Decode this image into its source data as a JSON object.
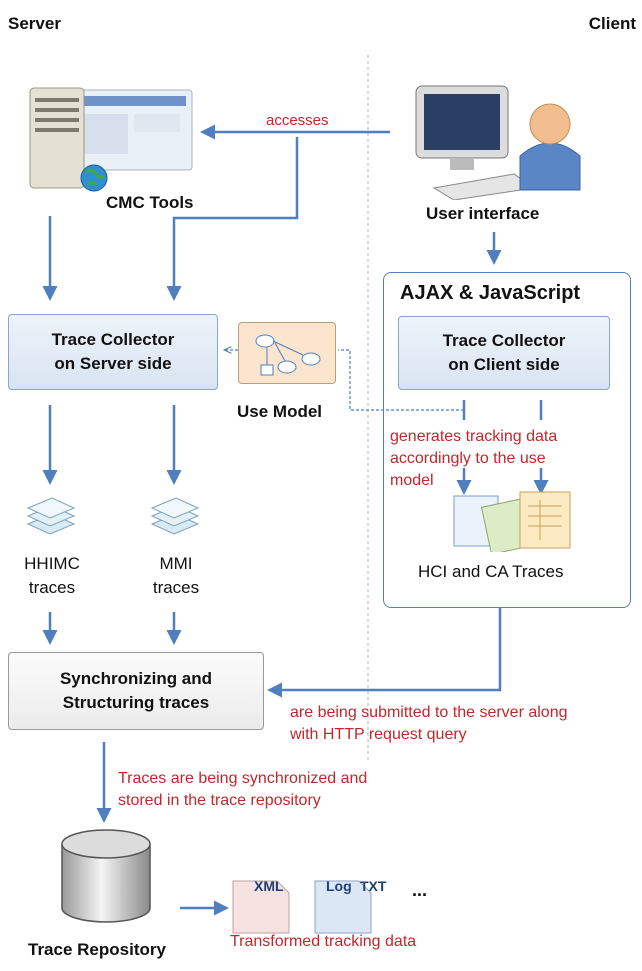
{
  "headers": {
    "server": "Server",
    "client": "Client"
  },
  "nodes": {
    "cmc_tools": "CMC Tools",
    "user_interface": "User interface",
    "ajax": "AJAX & JavaScript",
    "tc_server": [
      "Trace Collector",
      "on Server side"
    ],
    "tc_client": [
      "Trace Collector",
      "on Client side"
    ],
    "use_model": "Use Model",
    "hhimc": [
      "HHIMC",
      "traces"
    ],
    "mmi": [
      "MMI",
      "traces"
    ],
    "hci_ca": "HCI and CA Traces",
    "sync": [
      "Synchronizing and",
      "Structuring traces"
    ],
    "repository": "Trace Repository"
  },
  "annotations": {
    "accesses": "accesses",
    "generates": [
      "generates tracking data",
      "accordingly to the use",
      "model"
    ],
    "submitted": [
      "are being submitted to the server along",
      "with HTTP request query"
    ],
    "synchronized": [
      "Traces are being synchronized and",
      "stored in the trace repository"
    ],
    "transformed": "Transformed tracking data"
  },
  "files": {
    "xml": "XML",
    "log": "Log",
    "txt": "TXT",
    "more": "..."
  },
  "colors": {
    "arrow": "#4f7fbf",
    "annotation": "#c0282d",
    "box_border": "#8aa6c8"
  }
}
